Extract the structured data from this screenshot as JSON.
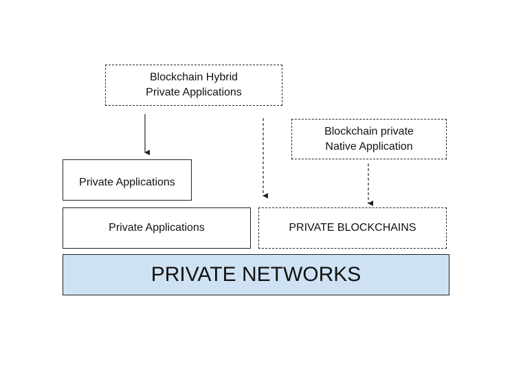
{
  "diagram": {
    "hybrid_box": {
      "line1": "Blockchain Hybrid",
      "line2": "Private Applications"
    },
    "native_box": {
      "line1": "Blockchain private",
      "line2": "Native Application"
    },
    "private_apps_small": "Private Applications",
    "private_apps_wide": "Private Applications",
    "private_blockchains": "PRIVATE BLOCKCHAINS",
    "private_networks": "PRIVATE NETWORKS",
    "colors": {
      "networks_fill": "#cfe2f3",
      "stroke": "#222222"
    }
  }
}
